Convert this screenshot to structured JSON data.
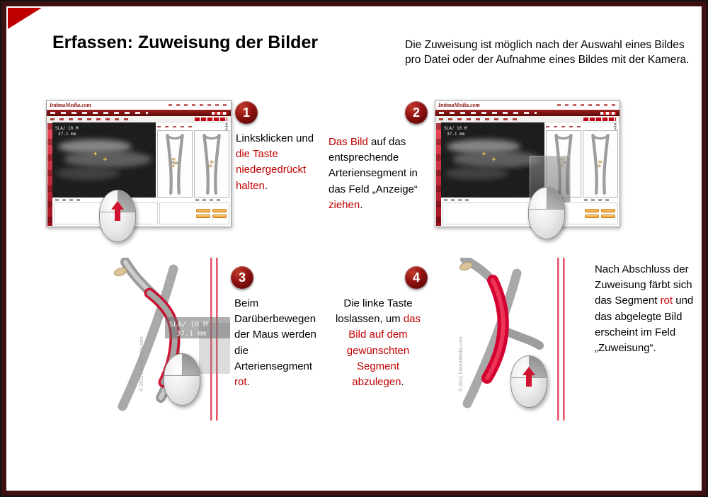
{
  "slide": {
    "title": "Erfassen: Zuweisung der Bilder",
    "intro": "Die Zuweisung ist möglich nach der Auswahl eines Bildes pro Datei oder der Aufnahme eines Bildes mit der Kamera.",
    "colors": {
      "accent_red": "#c00000",
      "frame_maroon": "#3f1010"
    }
  },
  "steps": {
    "s1": {
      "number": "1",
      "black1": "Linksklicken und ",
      "red1": "die Taste niedergedrückt halten",
      "black2": "."
    },
    "s2": {
      "number": "2",
      "red1": "Das Bild",
      "black1": " auf das entsprechende Arteriensegment in das Feld „Anzeige“ ",
      "red2": "ziehen",
      "black2": "."
    },
    "s3": {
      "number": "3",
      "black1": "Beim Darüberbewegen der Maus werden die Arteriensegment ",
      "red1": "rot",
      "black2": "."
    },
    "s4": {
      "number": "4",
      "black1": "Die linke Taste loslassen, um ",
      "red1": "das Bild auf dem gewünschten Segment abzulegen",
      "black2": "."
    }
  },
  "outcome": {
    "black1": "Nach Abschluss der Zuweisung färbt sich das Segment ",
    "red1": "rot",
    "black2": " und das abgelegte Bild erscheint im Feld „Zuweisung“."
  },
  "app": {
    "logo": "IntimaMedia.com",
    "ultrasound_label_line1": "SLA/ 10 M",
    "ultrasound_label_line2": "37.1 mm",
    "tooltip": {
      "line1": "SLA/ 10 M",
      "line2": "37.1 mm"
    },
    "copyright": "© 2011 IntimaMedia.com"
  }
}
